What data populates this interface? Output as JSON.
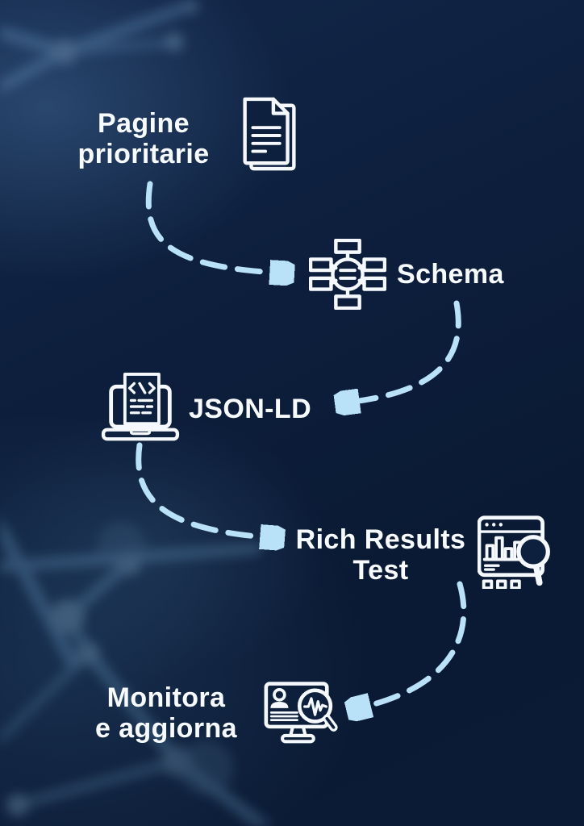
{
  "steps": [
    {
      "label": "Pagine\nprioritarie",
      "icon": "stacked-documents-icon"
    },
    {
      "label": "Schema",
      "icon": "flowchart-icon"
    },
    {
      "label": "JSON-LD",
      "icon": "laptop-code-icon"
    },
    {
      "label": "Rich Results\nTest",
      "icon": "browser-analytics-magnifier-icon"
    },
    {
      "label": "Monitora\ne aggiorna",
      "icon": "monitor-user-magnifier-icon"
    }
  ],
  "flow": [
    {
      "from": 0,
      "to": 1
    },
    {
      "from": 1,
      "to": 2
    },
    {
      "from": 2,
      "to": 3
    },
    {
      "from": 3,
      "to": 4
    }
  ],
  "colors": {
    "background_top": "#13274a",
    "background_bottom": "#0b1b35",
    "text_color": "#f8fbfe",
    "icon_stroke": "#f5f9fd",
    "arrow_color": "#b9e1f7",
    "network_glow": "#7fb4dd"
  }
}
